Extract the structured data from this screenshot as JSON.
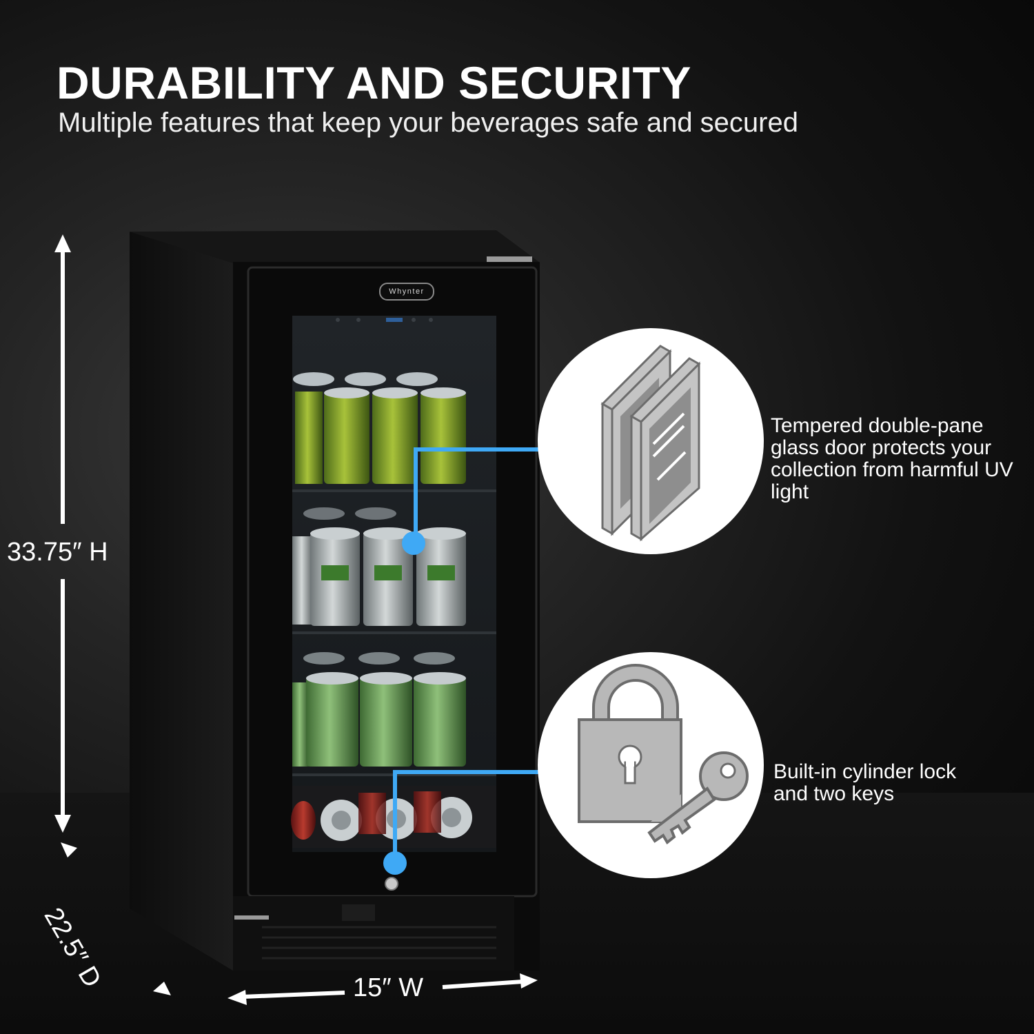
{
  "header": {
    "title": "DURABILITY AND SECURITY",
    "subtitle": "Multiple features that keep your beverages safe and secured"
  },
  "product": {
    "brand": "Whynter"
  },
  "dimensions": {
    "height": "33.75″ H",
    "depth": "22.5″ D",
    "width": "15″ W"
  },
  "features": [
    {
      "text": "Tempered double-pane glass door protects your collection from harmful UV light",
      "icon": "double-pane-glass-icon"
    },
    {
      "text": "Built-in cylinder lock and two keys",
      "icon": "lock-and-key-icon"
    }
  ],
  "colors": {
    "accent": "#3fa9f5",
    "background": "#0a0a0a"
  }
}
